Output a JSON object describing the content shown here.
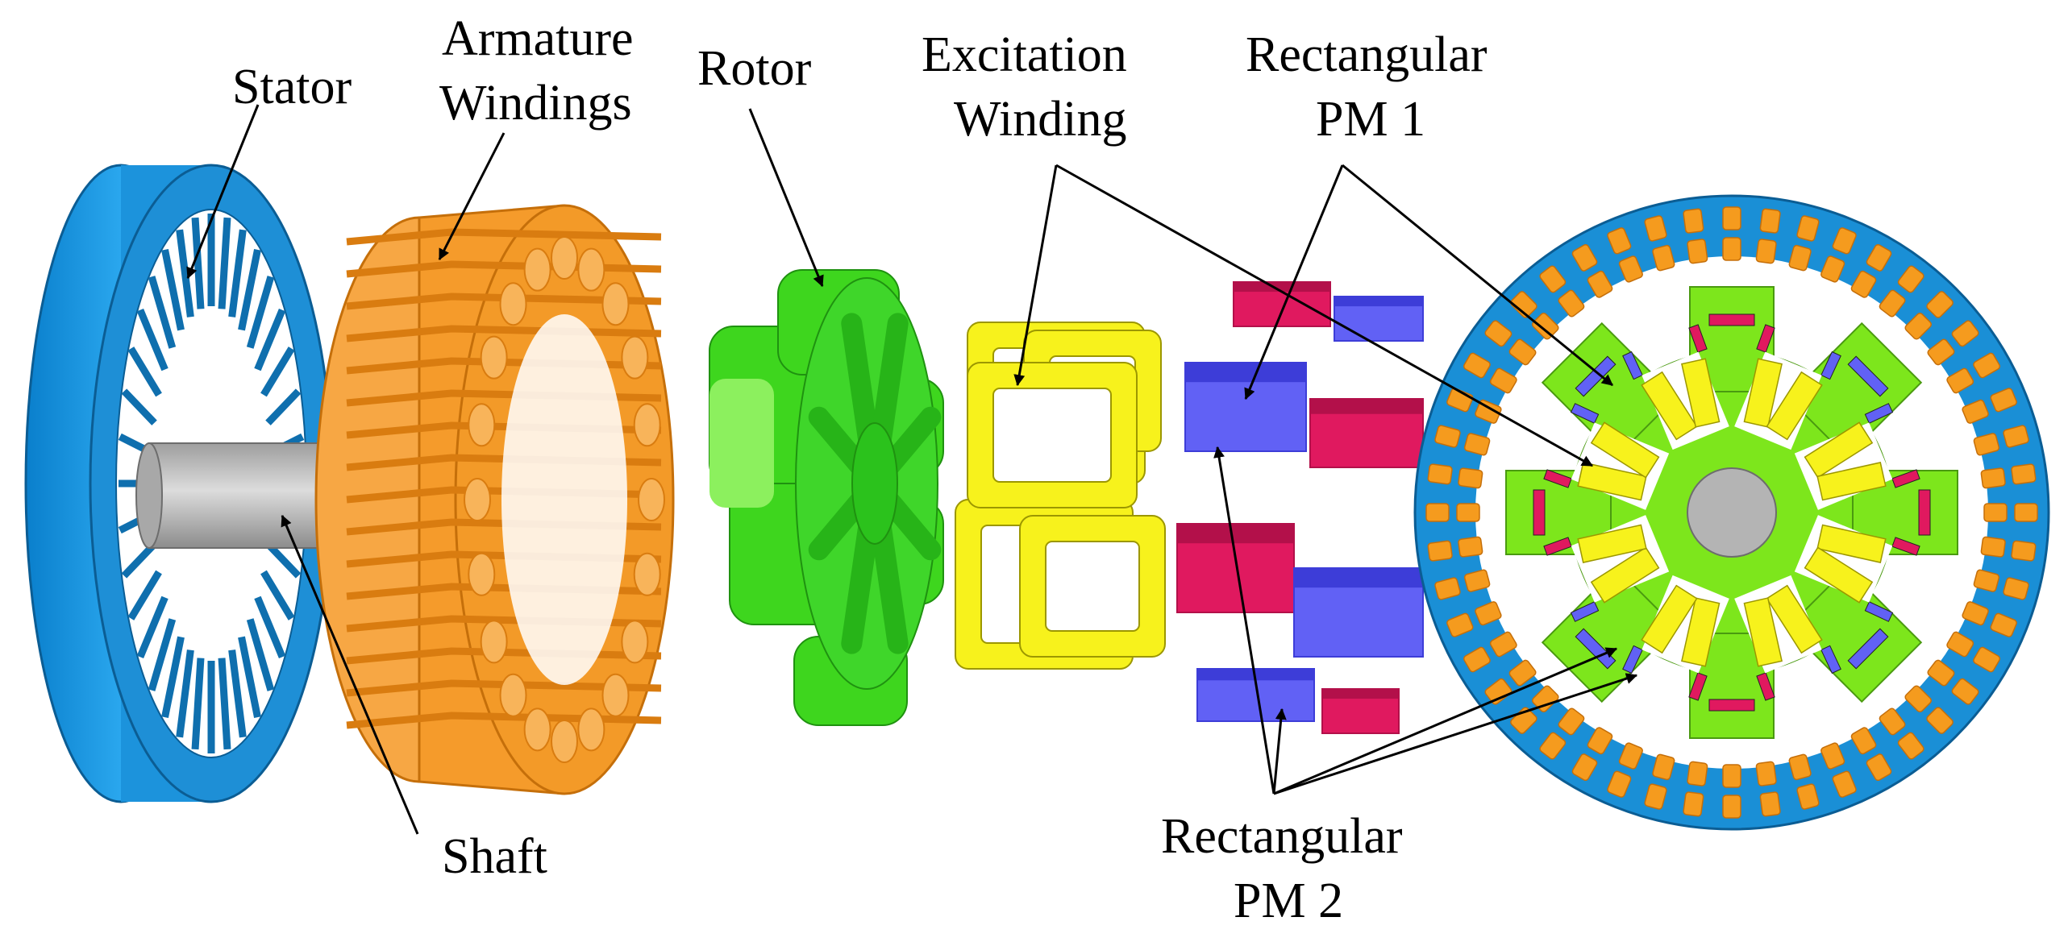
{
  "labels": {
    "stator": "Stator",
    "armature_line1": "Armature",
    "armature_line2": "Windings",
    "rotor": "Rotor",
    "excitation_line1": "Excitation",
    "excitation_line2": "Winding",
    "pm1_line1": "Rectangular",
    "pm1_line2": "PM 1",
    "shaft": "Shaft",
    "pm2_line1": "Rectangular",
    "pm2_line2": "PM 2"
  },
  "colors": {
    "stator": "#1a8fd6",
    "stator_dark": "#0f6fae",
    "armature": "#f59b2b",
    "armature_dark": "#d97c10",
    "rotor": "#3ed61e",
    "rotor_light": "#8cf05e",
    "excitation": "#f7f21c",
    "excitation_dark": "#d8d310",
    "pm1": "#6161f5",
    "pm1_dark": "#3d3dd8",
    "pm2": "#e0195f",
    "pm2_dark": "#b3104a",
    "shaft": "#b4b4b4",
    "section_rotor": "#7de61c",
    "slot_fill": "#f59b1e"
  }
}
